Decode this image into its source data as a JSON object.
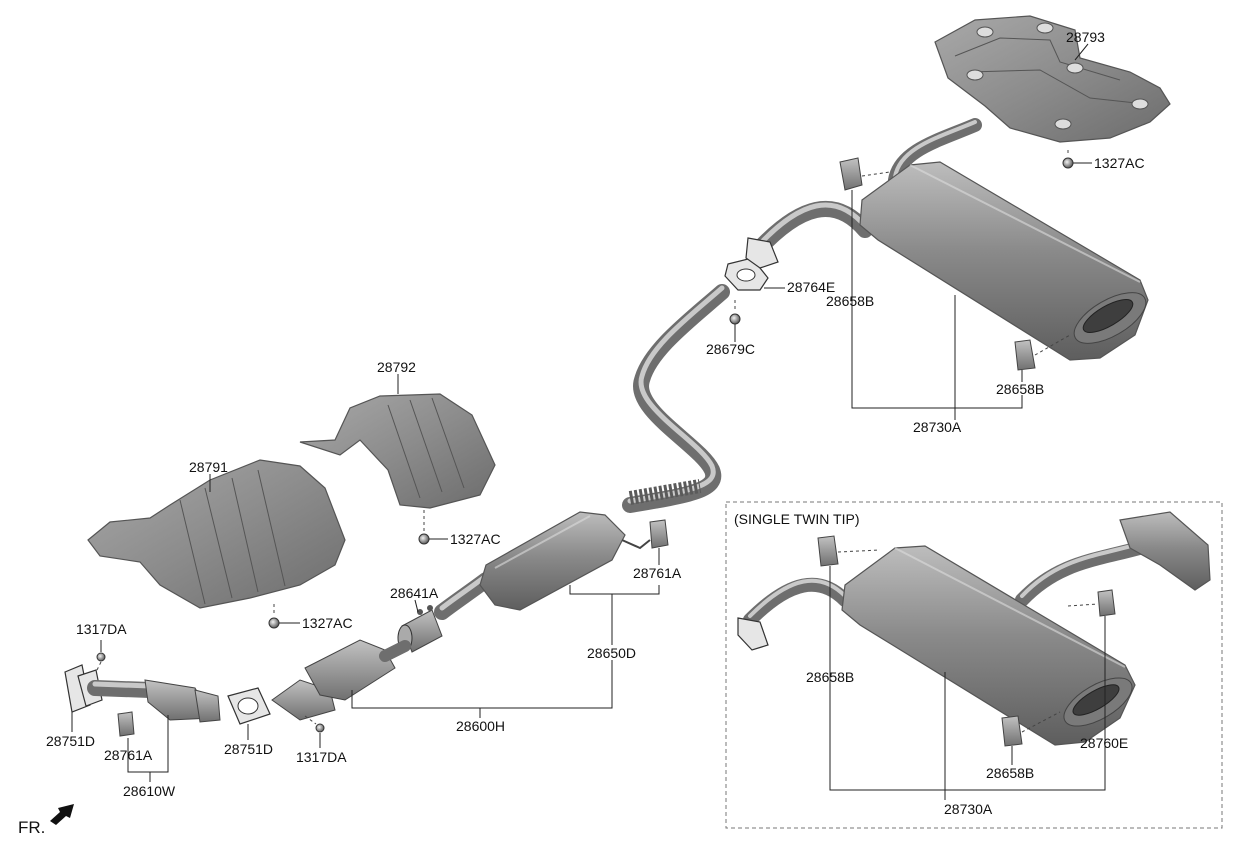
{
  "labels": {
    "p28793": "28793",
    "p1327AC_a": "1327AC",
    "p28764E": "28764E",
    "p28658B_a": "28658B",
    "p28679C": "28679C",
    "p28658B_b": "28658B",
    "p28730A_a": "28730A",
    "p28792": "28792",
    "p28791": "28791",
    "p1327AC_b": "1327AC",
    "p1327AC_c": "1327AC",
    "p28641A": "28641A",
    "p28761A_a": "28761A",
    "p1317DA_a": "1317DA",
    "p28650D": "28650D",
    "p28751D_a": "28751D",
    "p28761A_b": "28761A",
    "p28751D_b": "28751D",
    "p1317DA_b": "1317DA",
    "p28600H": "28600H",
    "p28610W": "28610W",
    "p28658B_c": "28658B",
    "p28760E": "28760E",
    "p28658B_d": "28658B",
    "p28730A_b": "28730A"
  },
  "inset": {
    "title": "(SINGLE TWIN TIP)"
  },
  "direction": {
    "label": "FR."
  },
  "icons": {
    "front_arrow": "arrow-down-left-icon"
  }
}
